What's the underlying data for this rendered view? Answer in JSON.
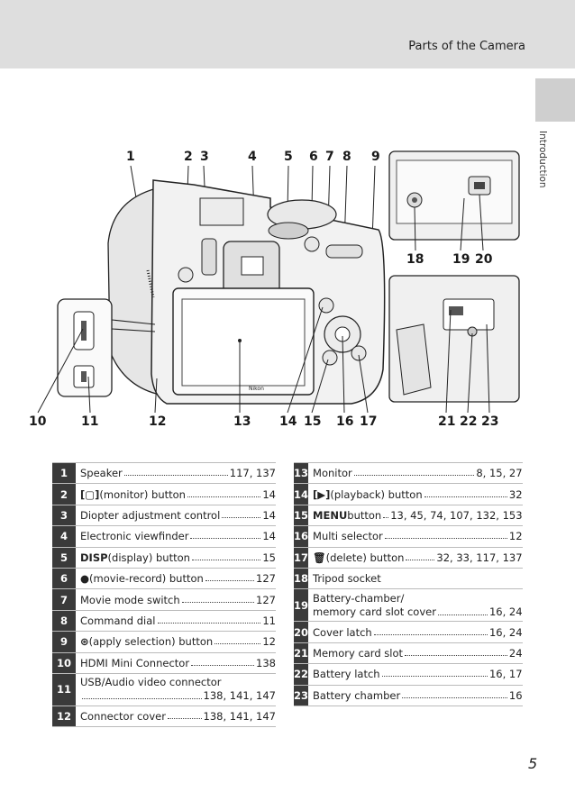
{
  "header": {
    "title": "Parts of the Camera"
  },
  "side_tab": {
    "label": "Introduction"
  },
  "figure": {
    "callouts_top": [
      "1",
      "2",
      "3",
      "4",
      "5",
      "6",
      "7",
      "8",
      "9"
    ],
    "callouts_bottom": [
      "10",
      "11",
      "12",
      "13",
      "14",
      "15",
      "16",
      "17"
    ],
    "callouts_right_top": [
      "18",
      "19",
      "20"
    ],
    "callouts_right_bottom": [
      "21",
      "22",
      "23"
    ],
    "camera_brand": "Nikon"
  },
  "left_table": [
    {
      "num": "1",
      "icon": "",
      "text": "Speaker",
      "pages": "117, 137"
    },
    {
      "num": "2",
      "icon": "monitor-icon",
      "text": "(monitor) button",
      "pages": "14"
    },
    {
      "num": "3",
      "icon": "",
      "text": "Diopter adjustment control",
      "pages": "14"
    },
    {
      "num": "4",
      "icon": "",
      "text": "Electronic viewfinder",
      "pages": "14"
    },
    {
      "num": "5",
      "icon": "disp-icon",
      "text": "(display) button",
      "pages": "15"
    },
    {
      "num": "6",
      "icon": "record-icon",
      "text": "(movie-record) button",
      "pages": "127"
    },
    {
      "num": "7",
      "icon": "",
      "text": "Movie mode switch",
      "pages": "127"
    },
    {
      "num": "8",
      "icon": "",
      "text": "Command dial",
      "pages": "11"
    },
    {
      "num": "9",
      "icon": "ok-icon",
      "text": "(apply selection) button",
      "pages": "12"
    },
    {
      "num": "10",
      "icon": "",
      "text": "HDMI Mini Connector",
      "pages": "138"
    },
    {
      "num": "11",
      "icon": "",
      "text": "USB/Audio video connector",
      "pages": "138, 141, 147"
    },
    {
      "num": "12",
      "icon": "",
      "text": "Connector cover",
      "pages": "138, 141, 147"
    }
  ],
  "right_table": [
    {
      "num": "13",
      "icon": "",
      "text": "Monitor",
      "pages": "8, 15, 27"
    },
    {
      "num": "14",
      "icon": "play-icon",
      "text": "(playback) button",
      "pages": "32"
    },
    {
      "num": "15",
      "icon": "menu-icon",
      "text": "button",
      "pages": "13, 45, 74, 107, 132, 153"
    },
    {
      "num": "16",
      "icon": "",
      "text": "Multi selector",
      "pages": "12"
    },
    {
      "num": "17",
      "icon": "trash-icon",
      "text": "(delete) button",
      "pages": "32, 33, 117, 137"
    },
    {
      "num": "18",
      "icon": "",
      "text": "Tripod socket",
      "pages": ""
    },
    {
      "num": "19",
      "icon": "",
      "text": "Battery-chamber/",
      "text2": "memory card slot cover",
      "pages": "16, 24"
    },
    {
      "num": "20",
      "icon": "",
      "text": "Cover latch",
      "pages": "16, 24"
    },
    {
      "num": "21",
      "icon": "",
      "text": "Memory card slot",
      "pages": "24"
    },
    {
      "num": "22",
      "icon": "",
      "text": "Battery latch",
      "pages": "16, 17"
    },
    {
      "num": "23",
      "icon": "",
      "text": "Battery chamber",
      "pages": "16"
    }
  ],
  "glyphs": {
    "disp": "DISP",
    "menu": "MENU",
    "record": "●",
    "ok": "OK",
    "play": "▶",
    "trash": "🗑"
  },
  "page_number": "5"
}
